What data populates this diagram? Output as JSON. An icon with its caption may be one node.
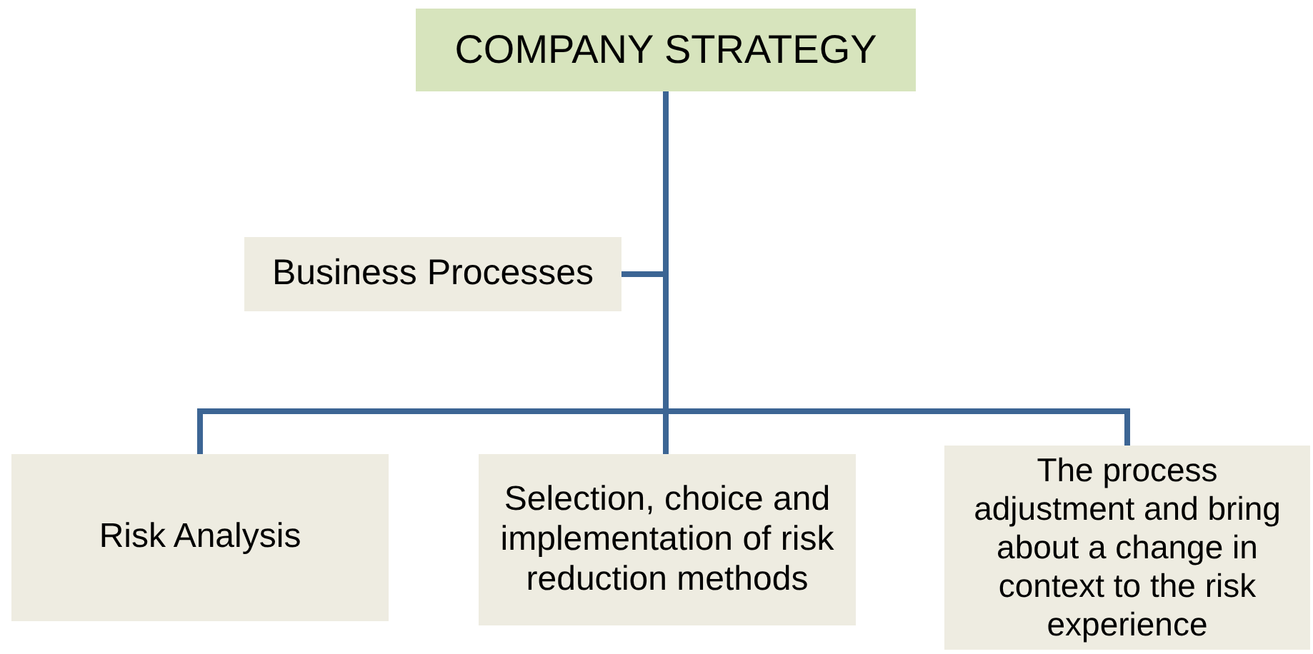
{
  "diagram": {
    "nodes": [
      {
        "text": [
          "COMPANY STRATEGY"
        ]
      },
      {
        "text": [
          "Business Processes"
        ]
      },
      {
        "text": [
          "Risk Analysis"
        ]
      },
      {
        "text": [
          "Selection, choice and implementation of risk reduction methods"
        ]
      },
      {
        "text": [
          "The process adjustment and bring about a change in context to the risk experience"
        ]
      }
    ],
    "edges": [
      {
        "from": 0,
        "to": 1,
        "arrow": "none"
      },
      {
        "from": 0,
        "to": 2,
        "arrow": "none"
      },
      {
        "from": 0,
        "to": 3,
        "arrow": "none"
      },
      {
        "from": 0,
        "to": 4,
        "arrow": "none"
      }
    ]
  }
}
